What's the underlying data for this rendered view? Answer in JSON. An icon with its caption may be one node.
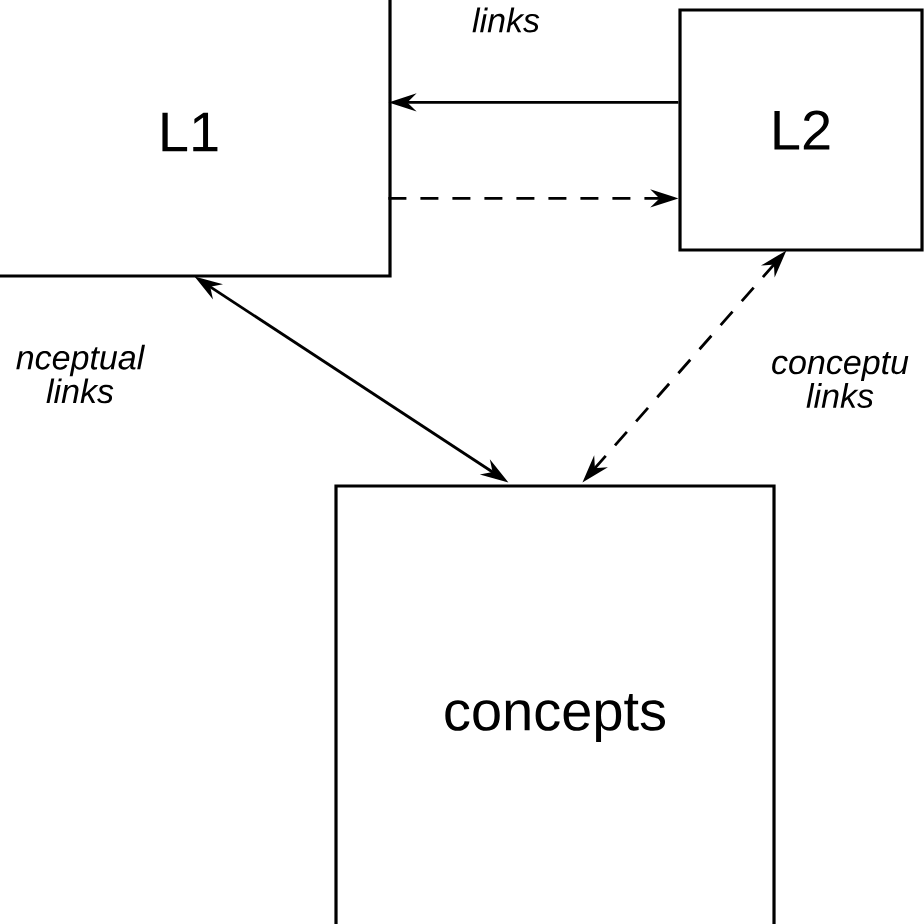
{
  "diagram": {
    "nodes": [
      {
        "text": [
          "L1"
        ]
      },
      {
        "text": [
          "L2"
        ]
      },
      {
        "text": [
          "concepts"
        ]
      }
    ],
    "edges": [
      {
        "from": 1,
        "to": 0,
        "arrow": "to",
        "label": "links"
      },
      {
        "from": 0,
        "to": 1,
        "arrow": "to",
        "style": "dashed"
      },
      {
        "from": 0,
        "to": 2,
        "arrow": "both",
        "label": "nceptual links"
      },
      {
        "from": 1,
        "to": 2,
        "arrow": "both",
        "style": "dashed",
        "label": "conceptu links"
      }
    ]
  }
}
